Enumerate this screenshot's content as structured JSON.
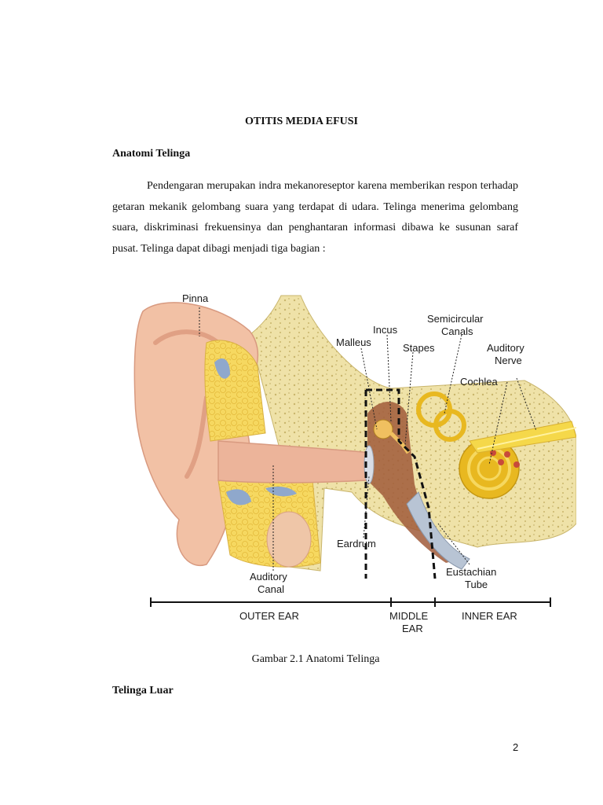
{
  "page": {
    "title": "OTITIS MEDIA EFUSI",
    "section_heading": "Anatomi Telinga",
    "paragraph": "Pendengaran merupakan indra mekanoreseptor karena memberikan respon terhadap getaran mekanik gelombang suara yang terdapat di udara. Telinga menerima gelombang suara, diskriminasi frekuensinya dan penghantaran informasi dibawa ke susunan saraf pusat. Telinga dapat dibagi menjadi tiga bagian :",
    "caption": "Gambar 2.1 Anatomi Telinga",
    "subheading": "Telinga Luar",
    "page_number": "2"
  },
  "figure": {
    "labels": {
      "pinna": "Pinna",
      "incus": "Incus",
      "malleus": "Malleus",
      "semicircular_1": "Semicircular",
      "semicircular_2": "Canals",
      "stapes": "Stapes",
      "auditory_nerve_1": "Auditory",
      "auditory_nerve_2": "Nerve",
      "cochlea": "Cochlea",
      "eardrum": "Eardrum",
      "auditory_canal_1": "Auditory",
      "auditory_canal_2": "Canal",
      "eustachian_1": "Eustachian",
      "eustachian_2": "Tube"
    },
    "regions": {
      "outer": "OUTER EAR",
      "middle_1": "MIDDLE",
      "middle_2": "EAR",
      "inner": "INNER EAR"
    },
    "colors": {
      "skin": "#f2c1a5",
      "skin_dark": "#e0a084",
      "bone": "#efe2a8",
      "fat": "#f6d860",
      "cochlea": "#e8b820",
      "nerve": "#f5d84a",
      "cartilage": "#8fa8cc",
      "canal_wall": "#d89a80"
    }
  }
}
